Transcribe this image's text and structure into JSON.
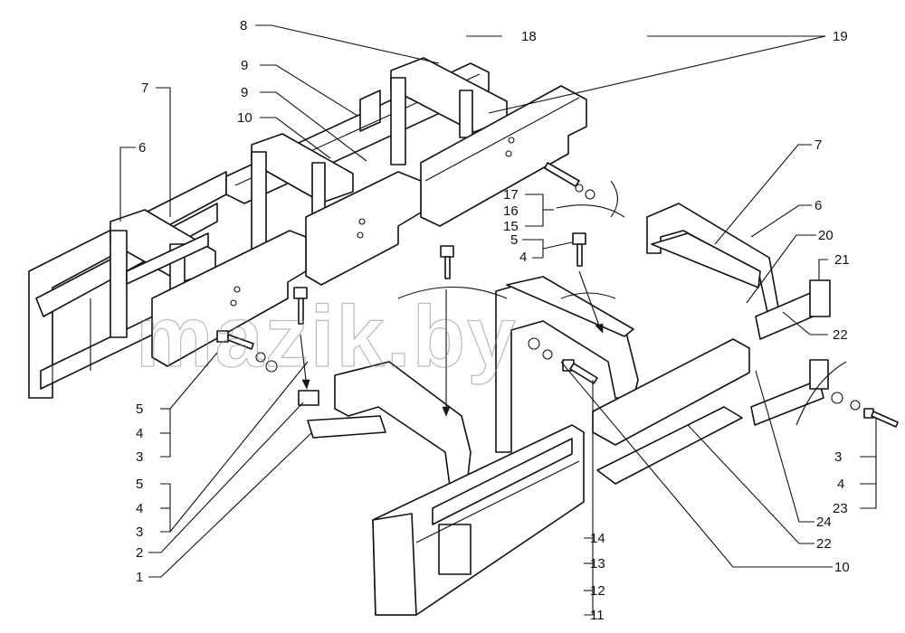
{
  "watermark": "mazik.by",
  "labels": {
    "l1": "1",
    "l2": "2",
    "l3a": "3",
    "l3b": "3",
    "l3c": "3",
    "l4a": "4",
    "l4b": "4",
    "l4c": "4",
    "l4d": "4",
    "l5a": "5",
    "l5b": "5",
    "l5c": "5",
    "l6a": "6",
    "l6b": "6",
    "l7a": "7",
    "l7b": "7",
    "l8": "8",
    "l9a": "9",
    "l9b": "9",
    "l10a": "10",
    "l10b": "10",
    "l11": "11",
    "l12": "12",
    "l13": "13",
    "l14": "14",
    "l15": "15",
    "l16": "16",
    "l17": "17",
    "l18": "18",
    "l19": "19",
    "l20": "20",
    "l21": "21",
    "l22a": "22",
    "l22b": "22",
    "l23": "23",
    "l24": "24"
  }
}
